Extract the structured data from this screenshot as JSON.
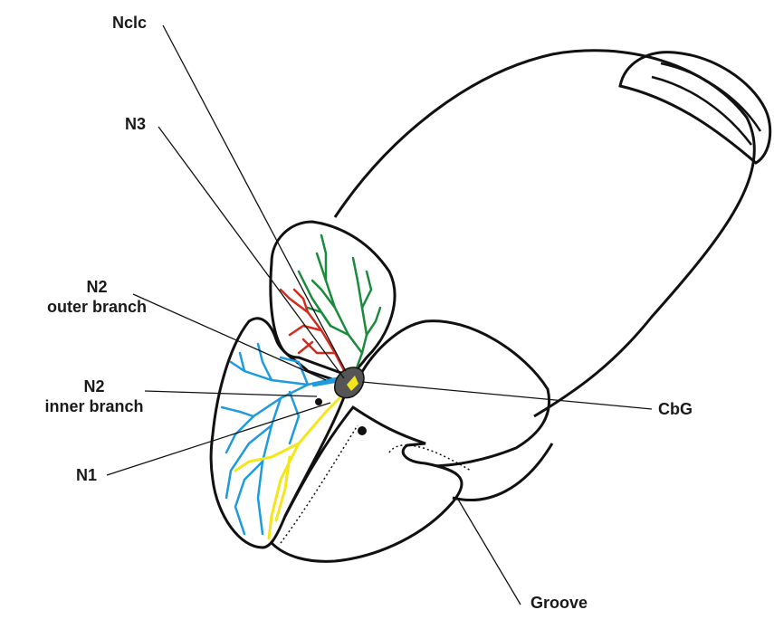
{
  "labels": {
    "nclc": "Nclc",
    "n3": "N3",
    "n2_outer_1": "N2",
    "n2_outer_2": "outer branch",
    "n2_inner_1": "N2",
    "n2_inner_2": "inner branch",
    "n1": "N1",
    "cbg": "CbG",
    "groove": "Groove"
  },
  "colors": {
    "outline": "#111111",
    "nerve_n1": "#f5e51b",
    "nerve_n2": "#1e9bdc",
    "nerve_n3": "#d42a1e",
    "nerve_nclc": "#1a8a3c",
    "ganglion": "#555555"
  }
}
